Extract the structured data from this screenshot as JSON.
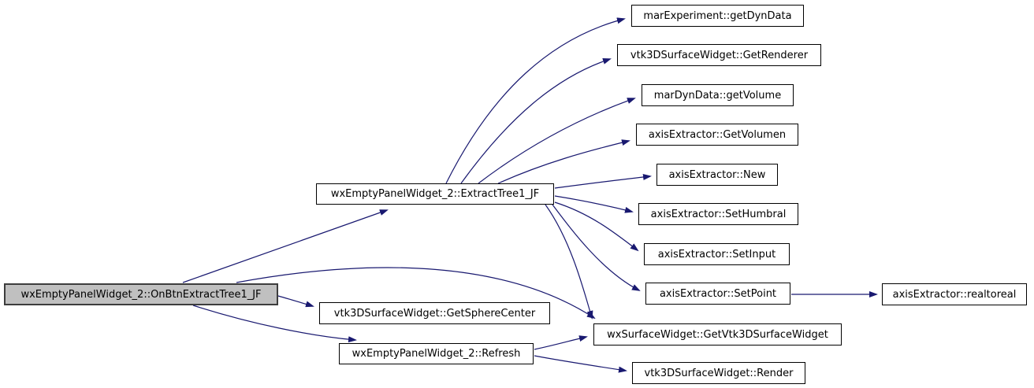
{
  "diagram": {
    "type": "call-graph",
    "description": "Doxygen-style function call graph"
  },
  "colors": {
    "edge": "#191970",
    "node_border": "#000000",
    "node_fill": "#ffffff",
    "highlight_fill": "#c0c0c0",
    "highlight_border": "#3d3d3d",
    "background": "#ffffff"
  },
  "nodes": [
    {
      "id": "onbtn-extracttree1-jf",
      "label": "wxEmptyPanelWidget_2::OnBtnExtractTree1_JF",
      "highlighted": true
    },
    {
      "id": "extracttree1-jf",
      "label": "wxEmptyPanelWidget_2::ExtractTree1_JF",
      "highlighted": false
    },
    {
      "id": "getdyndata",
      "label": "marExperiment::getDynData",
      "highlighted": false
    },
    {
      "id": "getrenderer",
      "label": "vtk3DSurfaceWidget::GetRenderer",
      "highlighted": false
    },
    {
      "id": "getvolume",
      "label": "marDynData::getVolume",
      "highlighted": false
    },
    {
      "id": "getvolumen",
      "label": "axisExtractor::GetVolumen",
      "highlighted": false
    },
    {
      "id": "new",
      "label": "axisExtractor::New",
      "highlighted": false
    },
    {
      "id": "sethumbral",
      "label": "axisExtractor::SetHumbral",
      "highlighted": false
    },
    {
      "id": "setinput",
      "label": "axisExtractor::SetInput",
      "highlighted": false
    },
    {
      "id": "setpoint",
      "label": "axisExtractor::SetPoint",
      "highlighted": false
    },
    {
      "id": "realtoreal",
      "label": "axisExtractor::realtoreal",
      "highlighted": false
    },
    {
      "id": "getvtk3dsurfacewidget",
      "label": "wxSurfaceWidget::GetVtk3DSurfaceWidget",
      "highlighted": false
    },
    {
      "id": "render",
      "label": "vtk3DSurfaceWidget::Render",
      "highlighted": false
    },
    {
      "id": "getspherecenter",
      "label": "vtk3DSurfaceWidget::GetSphereCenter",
      "highlighted": false
    },
    {
      "id": "refresh",
      "label": "wxEmptyPanelWidget_2::Refresh",
      "highlighted": false
    }
  ],
  "edges": [
    {
      "from": "onbtn-extracttree1-jf",
      "to": "extracttree1-jf"
    },
    {
      "from": "onbtn-extracttree1-jf",
      "to": "getspherecenter"
    },
    {
      "from": "onbtn-extracttree1-jf",
      "to": "refresh"
    },
    {
      "from": "onbtn-extracttree1-jf",
      "to": "getvtk3dsurfacewidget"
    },
    {
      "from": "extracttree1-jf",
      "to": "getdyndata"
    },
    {
      "from": "extracttree1-jf",
      "to": "getrenderer"
    },
    {
      "from": "extracttree1-jf",
      "to": "getvolume"
    },
    {
      "from": "extracttree1-jf",
      "to": "getvolumen"
    },
    {
      "from": "extracttree1-jf",
      "to": "new"
    },
    {
      "from": "extracttree1-jf",
      "to": "sethumbral"
    },
    {
      "from": "extracttree1-jf",
      "to": "setinput"
    },
    {
      "from": "extracttree1-jf",
      "to": "setpoint"
    },
    {
      "from": "extracttree1-jf",
      "to": "getvtk3dsurfacewidget"
    },
    {
      "from": "setpoint",
      "to": "realtoreal"
    },
    {
      "from": "refresh",
      "to": "getvtk3dsurfacewidget"
    },
    {
      "from": "refresh",
      "to": "render"
    }
  ]
}
